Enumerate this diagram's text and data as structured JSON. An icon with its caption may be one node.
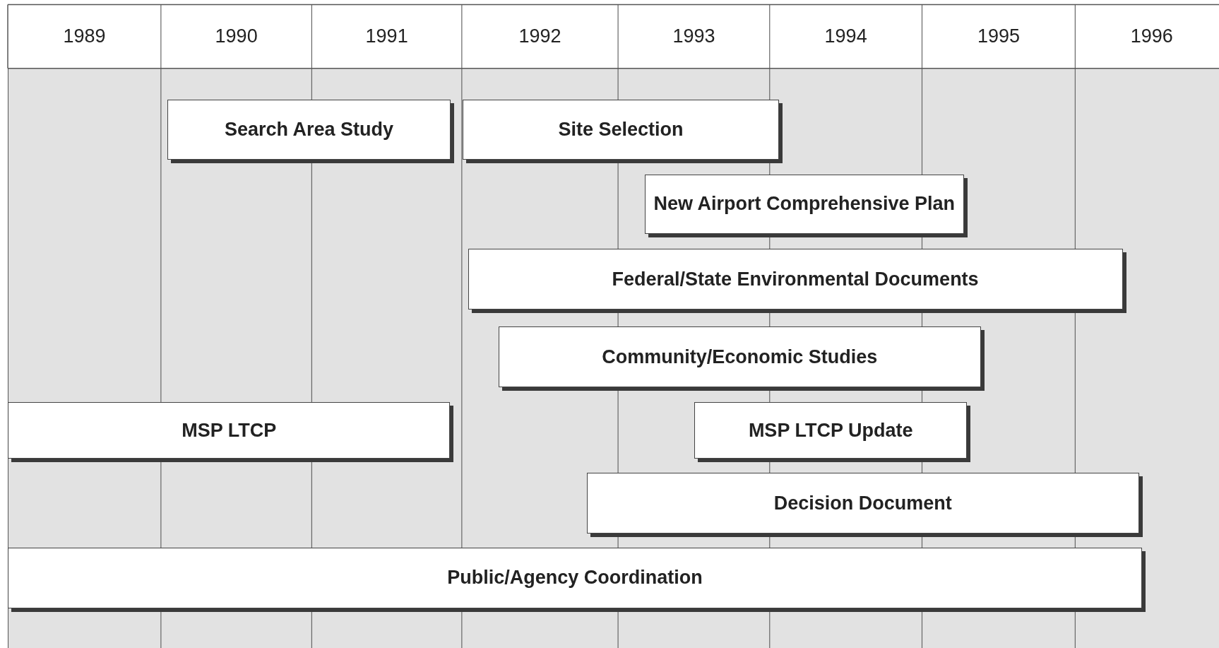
{
  "diagram": {
    "nodes": [
      {
        "text": [
          "Search Area Study"
        ]
      },
      {
        "text": [
          "Site Selection"
        ]
      },
      {
        "text": [
          "New Airport Comprehensive Plan"
        ]
      },
      {
        "text": [
          "Federal/State Environmental Documents"
        ]
      },
      {
        "text": [
          "Community/Economic Studies"
        ]
      },
      {
        "text": [
          "MSP LTCP"
        ]
      },
      {
        "text": [
          "MSP LTCP Update"
        ]
      },
      {
        "text": [
          "Decision Document"
        ]
      },
      {
        "text": [
          "Public/Agency Coordination"
        ]
      }
    ],
    "labels": [
      "1989",
      "1990",
      "1991",
      "1992",
      "1993",
      "1994",
      "1995",
      "1996"
    ]
  }
}
